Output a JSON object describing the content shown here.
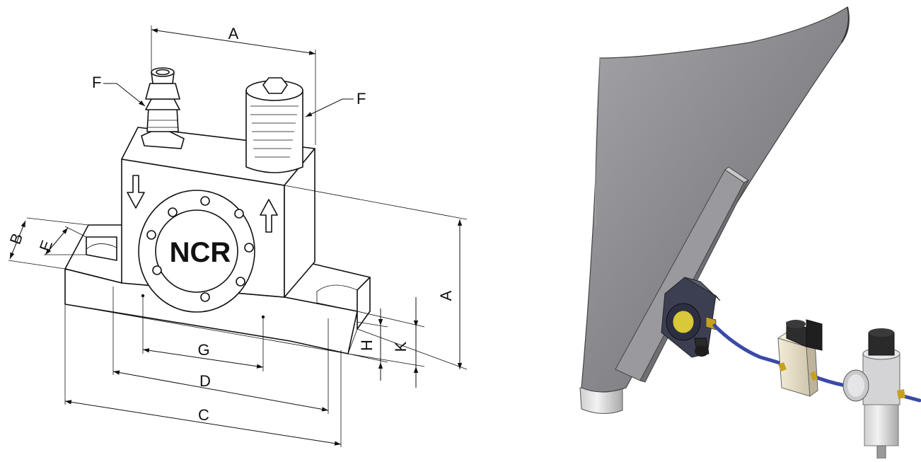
{
  "drawing": {
    "brand_label": "NCR",
    "dimension_labels": {
      "a_top": "A",
      "a_side": "A",
      "b": "B",
      "c": "C",
      "d": "D",
      "e": "E",
      "f_left": "F",
      "f_right": "F",
      "g": "G",
      "h": "H",
      "k": "K"
    }
  },
  "illustration": {
    "components": [
      "hopper-icon",
      "vibrator-icon",
      "solenoid-valve-icon",
      "filter-regulator-icon",
      "air-hose-icon"
    ],
    "colors": {
      "hopper": "#8a8a8e",
      "hose": "#3a49a8",
      "valve": "#e8e0c8",
      "vibrator": "#3c3f52",
      "vibrator_center": "#d8c83a"
    }
  }
}
